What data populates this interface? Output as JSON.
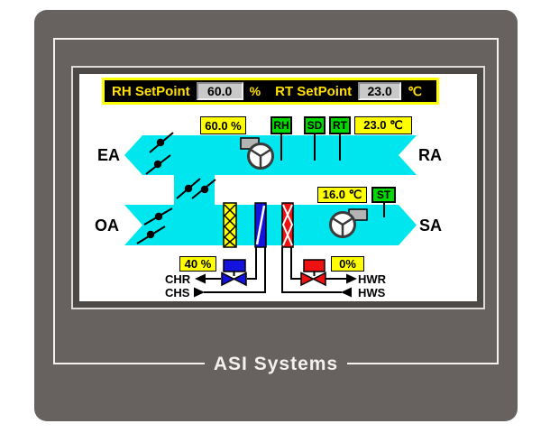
{
  "brand": {
    "name": "ASI Systems"
  },
  "setpoints": {
    "rh_label": "RH SetPoint",
    "rh_value": "60.0",
    "rh_unit": "%",
    "rt_label": "RT SetPoint",
    "rt_value": "23.0",
    "rt_unit": "℃"
  },
  "readings": {
    "return_humidity": "60.0 %",
    "return_temp": "23.0 ℃",
    "supply_temp": "16.0 ℃",
    "rh_tag": "RH",
    "sd_tag": "SD",
    "rt_tag": "RT",
    "st_tag": "ST"
  },
  "air_labels": {
    "exhaust": "EA",
    "return": "RA",
    "outside": "OA",
    "supply": "SA"
  },
  "valves": {
    "chilled_position": "40 %",
    "hot_position": "0%",
    "chr": "CHR",
    "chs": "CHS",
    "hwr": "HWR",
    "hws": "HWS"
  },
  "colors": {
    "duct_cyan": "#00e6ee",
    "badge_yellow": "#ffff00",
    "tag_green": "#00d800",
    "coil_blue": "#1313dd",
    "coil_red": "#ee1111",
    "bezel_gray": "#676260",
    "panel_text_yellow": "#ffe000"
  }
}
